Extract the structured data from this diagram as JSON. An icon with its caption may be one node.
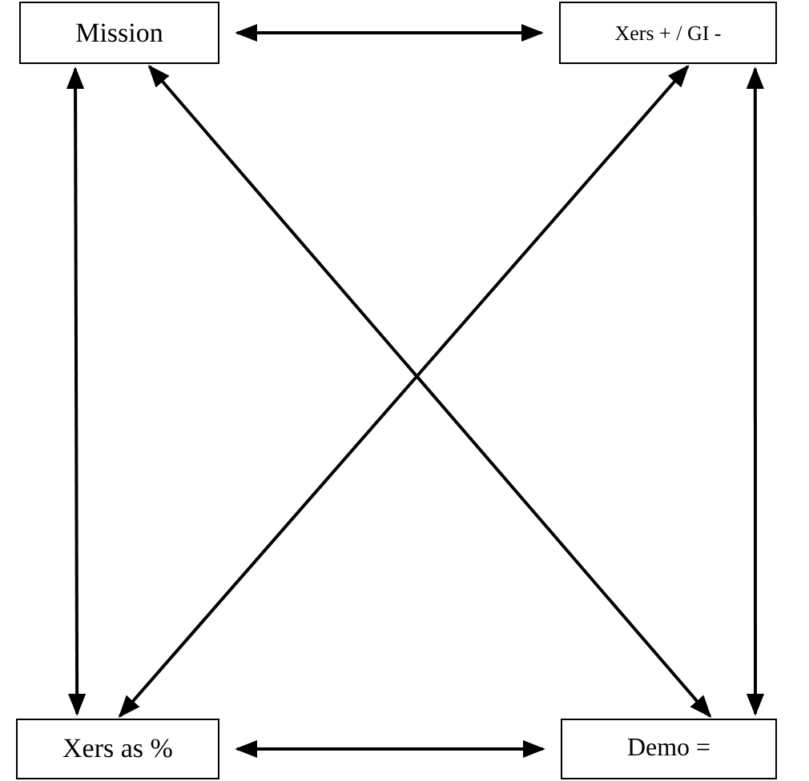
{
  "diagram": {
    "nodes": [
      {
        "text": [
          "Mission"
        ]
      },
      {
        "text": [
          "Xers + / GI -"
        ]
      },
      {
        "text": [
          "Xers as %"
        ]
      },
      {
        "text": [
          "Demo ="
        ]
      }
    ],
    "edges": [
      {
        "from": 0,
        "to": 1,
        "arrow": "both"
      },
      {
        "from": 0,
        "to": 2,
        "arrow": "both"
      },
      {
        "from": 0,
        "to": 3,
        "arrow": "both"
      },
      {
        "from": 1,
        "to": 2,
        "arrow": "both"
      },
      {
        "from": 1,
        "to": 3,
        "arrow": "both"
      },
      {
        "from": 2,
        "to": 3,
        "arrow": "both"
      }
    ]
  }
}
